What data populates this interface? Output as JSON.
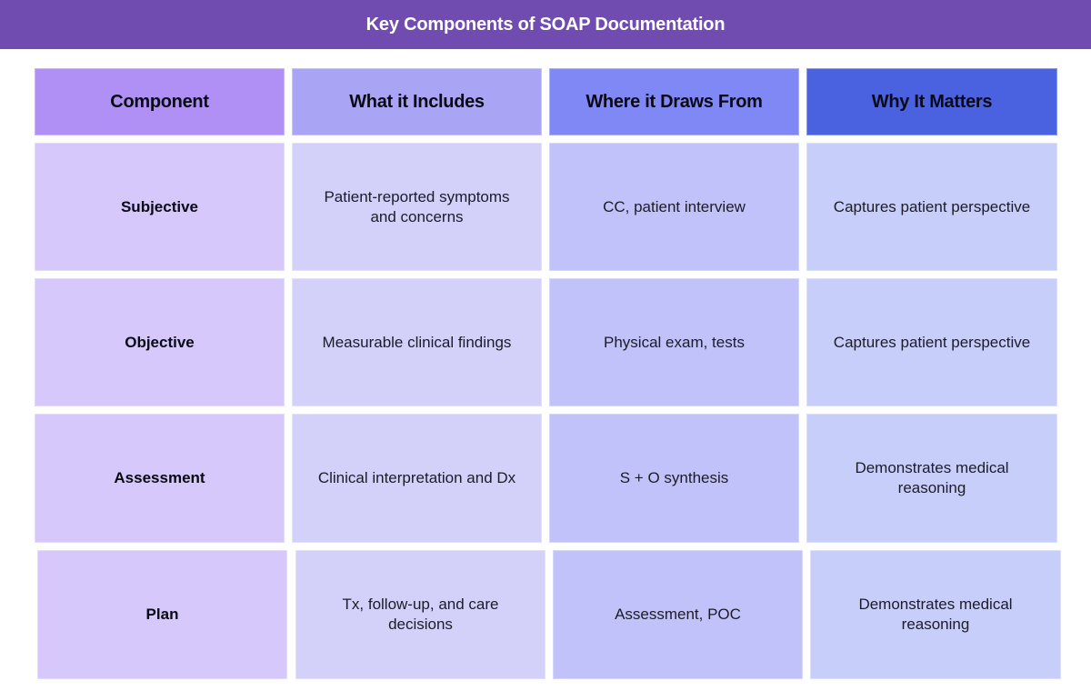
{
  "title": "Key Components of SOAP Documentation",
  "colors": {
    "title_bar": "#714cb0",
    "header": [
      "#b090f5",
      "#aaa4f5",
      "#8088f6",
      "#4a62e0"
    ],
    "body": [
      "#d6c8fa",
      "#d3d0fa",
      "#c0c2f9",
      "#c8cefa"
    ]
  },
  "table": {
    "headers": [
      "Component",
      "What it Includes",
      "Where it Draws From",
      "Why It Matters"
    ],
    "rows": [
      [
        "Subjective",
        "Patient-reported symptoms and concerns",
        "CC, patient interview",
        "Captures patient perspective"
      ],
      [
        "Objective",
        "Measurable clinical findings",
        "Physical exam, tests",
        "Captures patient perspective"
      ],
      [
        "Assessment",
        "Clinical interpretation and Dx",
        "S + O synthesis",
        "Demonstrates medical reasoning"
      ],
      [
        "Plan",
        "Tx, follow-up, and care decisions",
        "Assessment, POC",
        "Demonstrates medical reasoning"
      ]
    ]
  }
}
